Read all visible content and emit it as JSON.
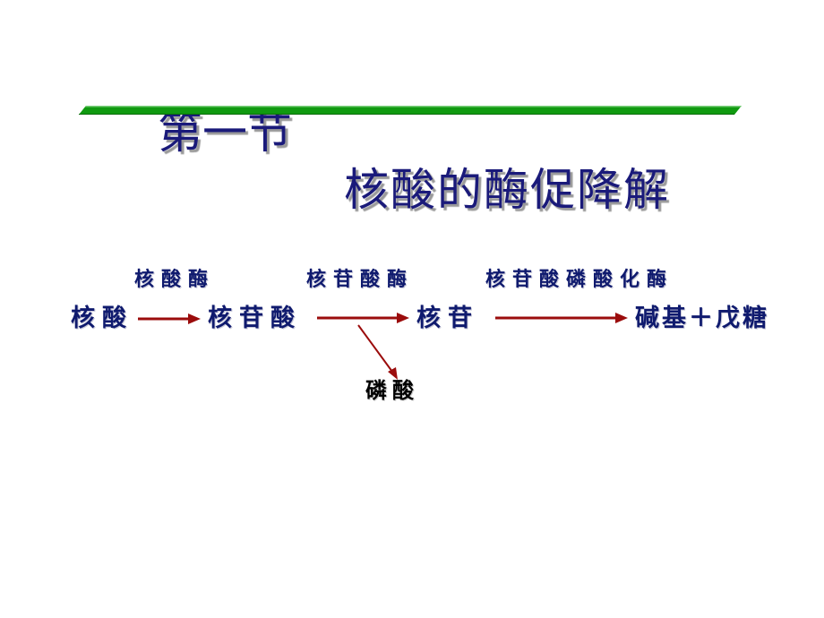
{
  "slide": {
    "title": {
      "section": "第一节",
      "topic": "核酸的酶促降解"
    },
    "colors": {
      "title": "#1a1a7a",
      "title_shadow": "#9a9a9a",
      "divider_bar": "#109a10",
      "text": "#0f1a6e",
      "arrow": "#9b0c0c",
      "byproduct_text": "#000000"
    },
    "pathway": {
      "compounds": [
        {
          "label": "核酸"
        },
        {
          "label": "核苷酸"
        },
        {
          "label": "核苷"
        },
        {
          "label": "碱基＋戊糖"
        }
      ],
      "enzymes": [
        {
          "label": "核酸酶"
        },
        {
          "label": "核苷酸酶"
        },
        {
          "label": "核苷酸磷酸化酶"
        }
      ],
      "byproduct": {
        "label": "磷酸"
      }
    }
  }
}
